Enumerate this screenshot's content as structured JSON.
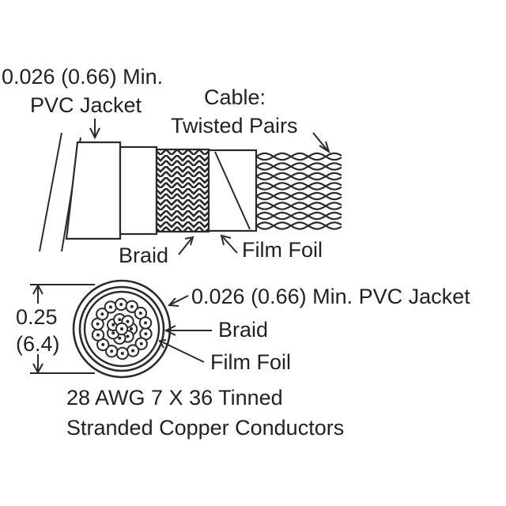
{
  "colors": {
    "ink": "#2a2a2a",
    "paper": "#ffffff",
    "conductor_fill": "#ffffff"
  },
  "side_view": {
    "jacket_label_line1": "0.026 (0.66) Min.",
    "jacket_label_line2": "PVC Jacket",
    "cable_label_line1": "Cable:",
    "cable_label_line2": "Twisted Pairs",
    "braid_label": "Braid",
    "foil_label": "Film Foil"
  },
  "cross_section": {
    "diameter_in": "0.25",
    "diameter_mm": "(6.4)",
    "jacket_label": "0.026 (0.66) Min. PVC Jacket",
    "braid_label": "Braid",
    "foil_label": "Film Foil",
    "conductor_count": 22
  },
  "conductors_label_line1": "28 AWG 7 X 36 Tinned",
  "conductors_label_line2": "Stranded Copper Conductors"
}
